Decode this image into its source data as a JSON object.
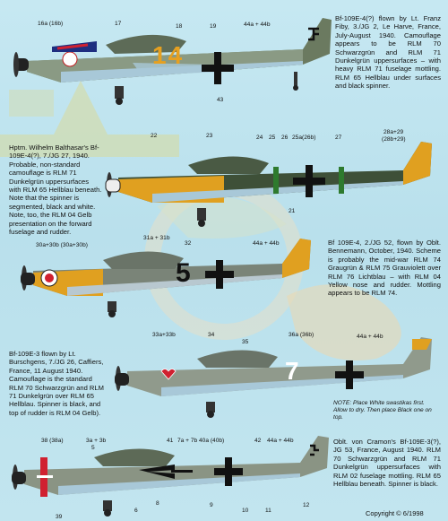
{
  "captions": {
    "c1": "Bf-109E-4(?) flown by Lt. Franz Fiby, 3./JG 2, Le Harve, France, July-August 1940. Camouflage appears to be RLM 70 Schwarzgrün and RLM 71 Dunkelgrün uppersurfaces – with heavy RLM 71 fuselage mottling. RLM 65 Hellblau under surfaces and black spinner.",
    "c2": "Hptm. Wilhelm Balthasar's Bf-109E-4(?), 7./JG 27, 1940. Probable, non-standard camouflage is RLM 71 Dunkelgrün uppersurfaces with RLM 65 Hellblau beneath. Note that the spinner is segmented, black and white. Note, too, the RLM 04 Gelb presentation on the forward fuselage and rudder.",
    "c3": "Bf 109E-4, 2./JG 52, flown by Oblt. Bennemann, October, 1940. Scheme is probably the mid-war RLM 74 Graugrün & RLM 75 Grauviolett over RLM 76 Lichtblau – with RLM 04 Yellow nose and rudder. Mottling appears to be RLM 74.",
    "c4": "Bf-109E-3 flown by Lt. Burschgens, 7./JG 26, Caffiers, France, 11 August 1940. Camouflage is the standard RLM 70 Schwarzgrün and RLM 71 Dunkelgrün over RLM 65 Hellblau. Spinner is black, and top of rudder is RLM 04 Gelb).",
    "c5": "Oblt. von Cramon's Bf-109E-3(?), JG 53, France, August 1940. RLM 70 Schwarzgrün and RLM 71 Dunkelgrün uppersurfaces with RLM 02 fuselage mottling. RLM 65 Hellblau beneath. Spinner is black."
  },
  "note": "NOTE: Place White swastikas first. Allow to dry. Then place Black one on top.",
  "copyright": "Copyright © 6/1998",
  "numbers": {
    "p1": [
      "16a (16b)",
      "17",
      "18",
      "19",
      "44a + 44b",
      "43"
    ],
    "p2": [
      "22",
      "23",
      "24",
      "25",
      "26",
      "25a(26b)",
      "27",
      "28a+29",
      "(28b+29)",
      "21"
    ],
    "p3": [
      "30a+30b (30a+30b)",
      "31a + 31b",
      "32",
      "44a + 44b"
    ],
    "p4": [
      "33a+33b",
      "34",
      "35",
      "36a (36b)",
      "44a + 44b"
    ],
    "p5": [
      "38 (38a)",
      "3a + 3b",
      "5",
      "41",
      "7a + 7b",
      "40a (40b)",
      "42",
      "44a + 44b",
      "39",
      "6",
      "8",
      "9",
      "10",
      "11",
      "12"
    ]
  },
  "markings": {
    "p1_code": "14",
    "p3_code": "5",
    "p4_code": "7"
  },
  "colors": {
    "rlm65": "#a8c8d8",
    "rlm71": "#3e5038",
    "rlm70": "#2e3a28",
    "rlm04": "#e0a020",
    "rlm76": "#b8c8d0",
    "rlm74": "#5a6458",
    "accent_red": "#d02030"
  }
}
